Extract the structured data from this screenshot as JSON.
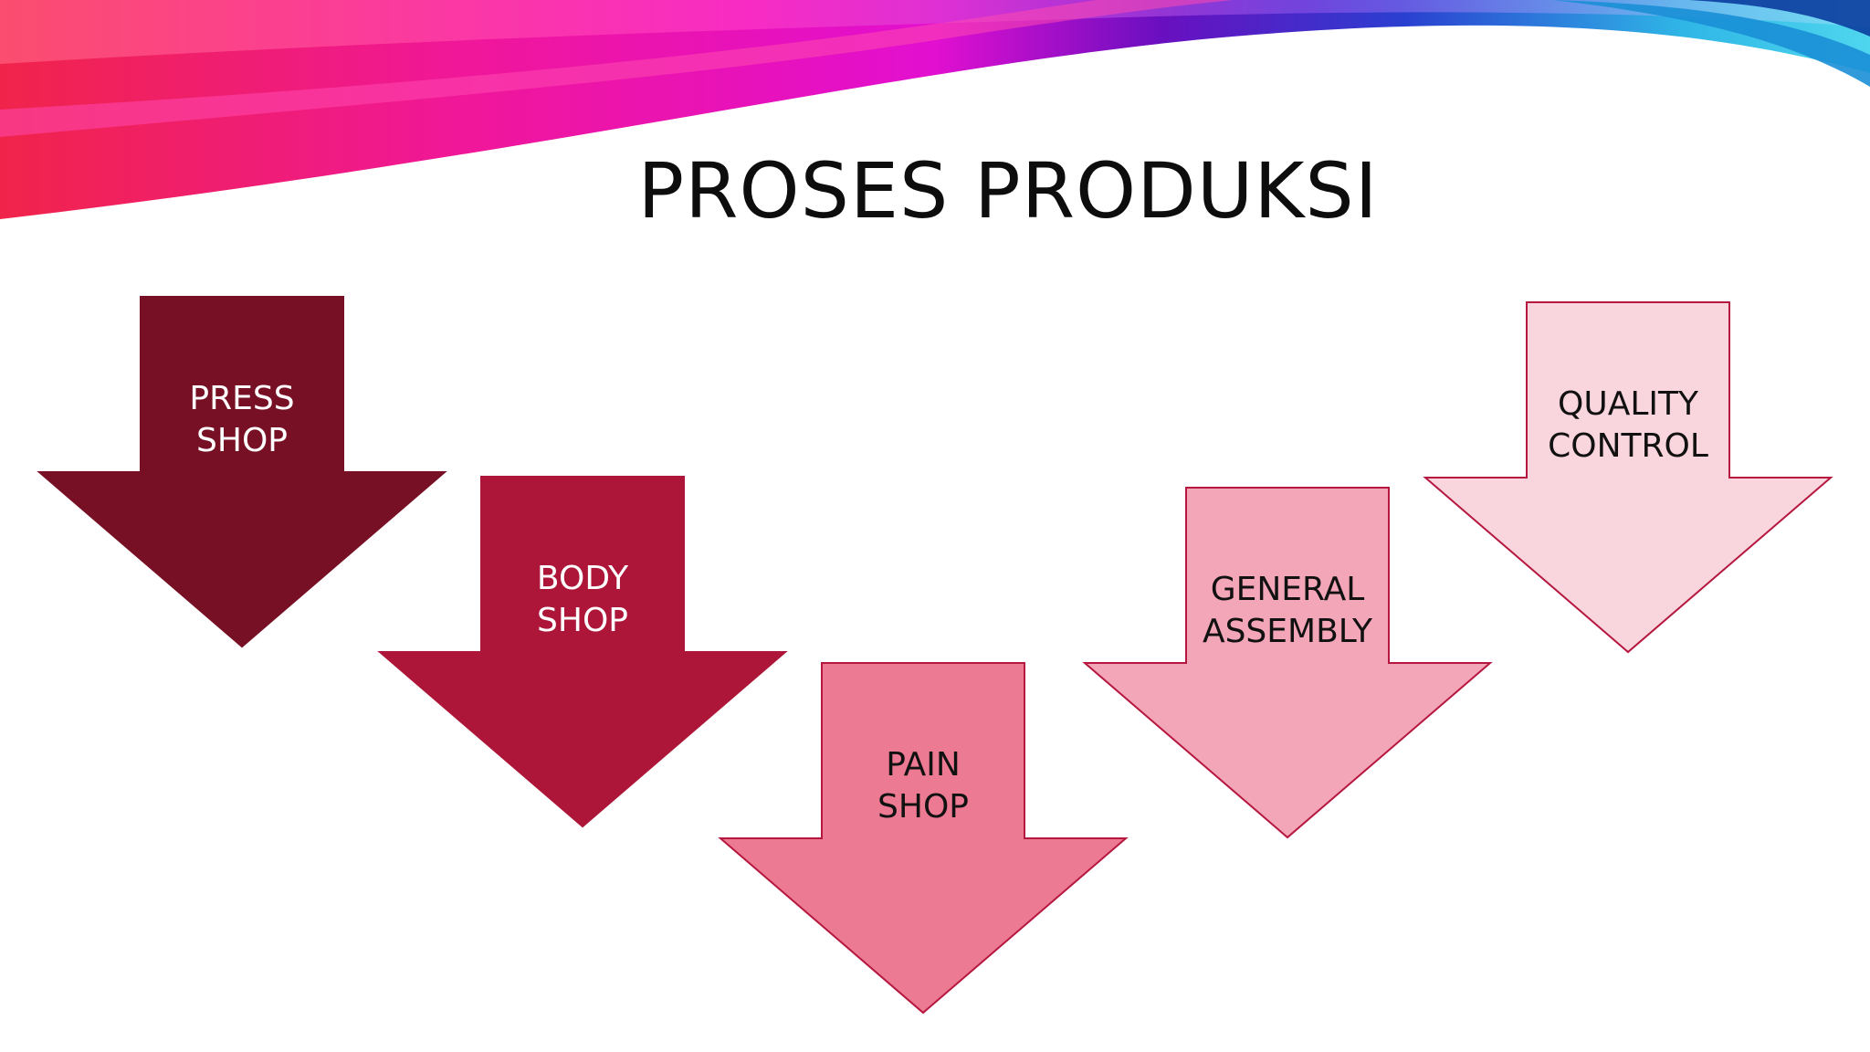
{
  "slide": {
    "title": "PROSES PRODUKSI"
  },
  "steps": [
    {
      "line1": "PRESS",
      "line2": "SHOP",
      "fill": "#771024",
      "text_color": "#ffffff",
      "stroke": "#771024"
    },
    {
      "line1": "BODY",
      "line2": "SHOP",
      "fill": "#ad1638",
      "text_color": "#ffffff",
      "stroke": "#ad1638"
    },
    {
      "line1": "PAIN",
      "line2": "SHOP",
      "fill": "#ed7a93",
      "text_color": "#111111",
      "stroke": "#b5173f"
    },
    {
      "line1": "GENERAL",
      "line2": "ASSEMBLY",
      "fill": "#f3a6b8",
      "text_color": "#111111",
      "stroke": "#b5173f"
    },
    {
      "line1": "QUALITY",
      "line2": "CONTROL",
      "fill": "#f9d6de",
      "text_color": "#111111",
      "stroke": "#b5173f"
    }
  ],
  "ribbon_colors": {
    "magenta": "#ee0aa8",
    "red": "#f0244a",
    "purple": "#6a0fc0",
    "cyan": "#4fd6ee"
  }
}
